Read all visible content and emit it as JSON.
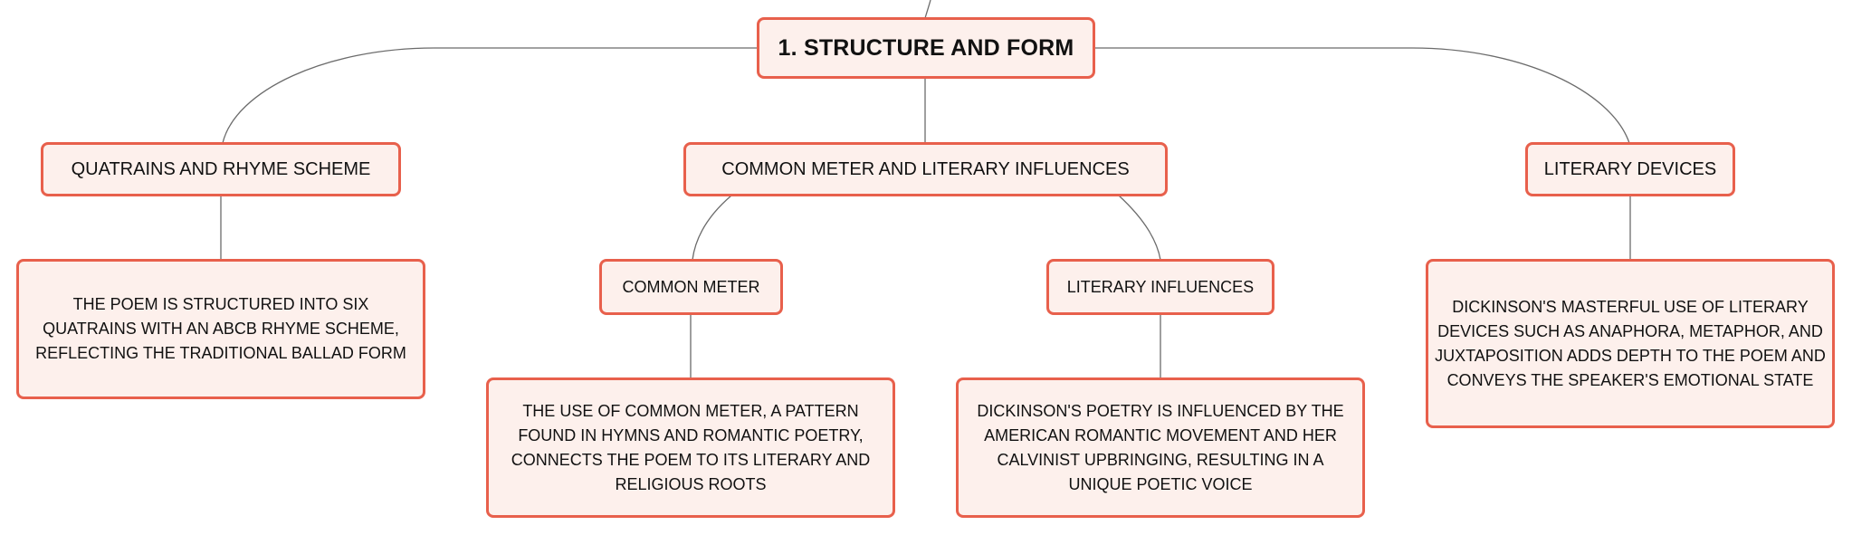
{
  "mindmap": {
    "root": {
      "label": "1. STRUCTURE AND FORM"
    },
    "branches": {
      "quatrains": {
        "label": "QUATRAINS AND RHYME SCHEME",
        "detail": "THE POEM IS STRUCTURED INTO SIX QUATRAINS WITH AN ABCB RHYME SCHEME, REFLECTING THE TRADITIONAL BALLAD FORM"
      },
      "meter_influences": {
        "label": "COMMON METER AND LITERARY INFLUENCES",
        "common_meter": {
          "label": "COMMON METER",
          "detail": "THE USE OF COMMON METER, A PATTERN FOUND IN HYMNS AND ROMANTIC POETRY, CONNECTS THE POEM TO ITS LITERARY AND RELIGIOUS ROOTS"
        },
        "literary_influences": {
          "label": "LITERARY INFLUENCES",
          "detail": "DICKINSON'S POETRY IS INFLUENCED BY THE AMERICAN ROMANTIC MOVEMENT AND HER CALVINIST UPBRINGING, RESULTING IN A UNIQUE POETIC VOICE"
        }
      },
      "literary_devices": {
        "label": "LITERARY DEVICES",
        "detail": "DICKINSON'S MASTERFUL USE OF LITERARY DEVICES SUCH AS ANAPHORA, METAPHOR, AND JUXTAPOSITION ADDS DEPTH TO THE POEM AND CONVEYS THE SPEAKER'S EMOTIONAL STATE"
      }
    }
  },
  "colors": {
    "node_fill": "#fdf0ec",
    "node_border": "#e8604c",
    "connector": "#6b6b6b",
    "text": "#111111"
  }
}
